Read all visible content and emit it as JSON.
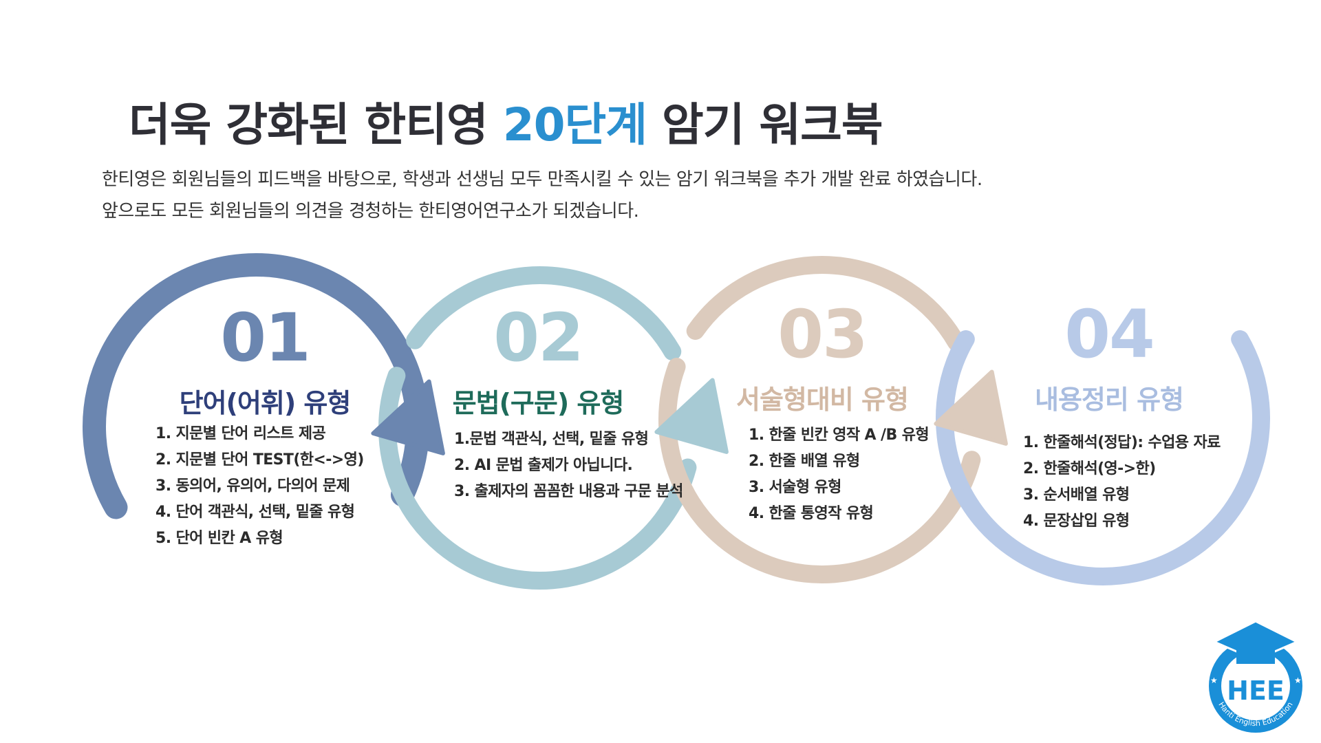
{
  "header": {
    "title_part1": "더욱 강화된 한티영 ",
    "title_accent": "20단계",
    "title_part2": " 암기 워크북",
    "description_line1": "한티영은 회원님들의 피드백을 바탕으로, 학생과 선생님 모두 만족시킬 수 있는 암기 워크북을 추가 개발 완료 하였습니다.",
    "description_line2": "앞으로도 모든 회원님들의 의견을 경청하는 한티영어연구소가 되겠습니다."
  },
  "steps": [
    {
      "number": "01",
      "title": "단어(어휘) 유형",
      "items": [
        "1. 지문별 단어 리스트  제공",
        "2. 지문별 단어 TEST(한<->영)",
        "3. 동의어, 유의어, 다의어 문제",
        "4. 단어 객관식, 선택, 밑줄  유형",
        "5. 단어 빈칸 A 유형"
      ]
    },
    {
      "number": "02",
      "title": "문법(구문) 유형",
      "items": [
        "1.문법 객관식, 선택, 밑줄 유형",
        "2. AI 문법 출제가 아닙니다.",
        "3. 출제자의 꼼꼼한 내용과 구문 분석"
      ]
    },
    {
      "number": "03",
      "title": "서술형대비 유형",
      "items": [
        "1. 한줄 빈칸 영작 A /B 유형",
        "2. 한줄 배열 유형",
        "3. 서술형 유형",
        "4. 한줄 통영작 유형"
      ]
    },
    {
      "number": "04",
      "title": "내용정리 유형",
      "items": [
        "1. 한줄해석(정답): 수업용 자료",
        "2. 한줄해석(영->한)",
        "3. 순서배열 유형",
        "4. 문장삽입 유형"
      ]
    }
  ],
  "colors": {
    "step1_ring": "#6b86b0",
    "step2_ring": "#a7cad4",
    "step3_ring": "#dccbbd",
    "step4_ring": "#b8cae8",
    "step1_title": "#2e3f7a",
    "step2_title": "#1e6b5a",
    "step3_title": "#d2b8a3",
    "step4_title": "#a9bde0",
    "accent": "#2a8fcf",
    "logo_blue": "#1a8fd8"
  },
  "logo": {
    "text": "HEE",
    "ring_text": "Hanti English Education"
  }
}
